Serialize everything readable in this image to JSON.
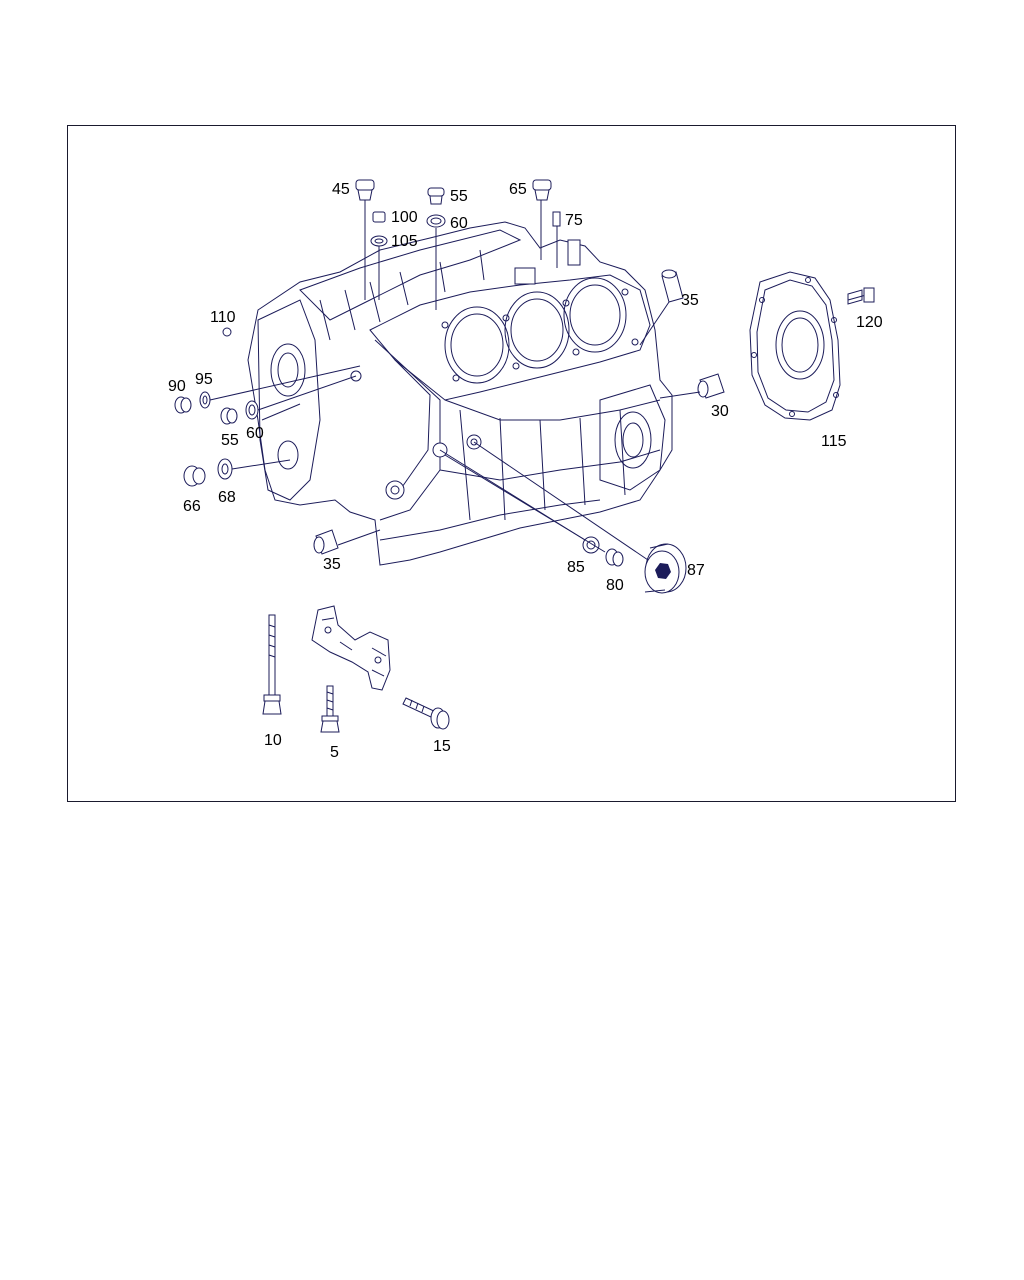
{
  "colors": {
    "line": "#1c1c5a",
    "frame": "#1a1a2e",
    "background": "#ffffff"
  },
  "callouts": {
    "c45": "45",
    "c55_top": "55",
    "c65": "65",
    "c100": "100",
    "c105": "105",
    "c60_top": "60",
    "c75": "75",
    "c35_right": "35",
    "c120": "120",
    "c110": "110",
    "c90": "90",
    "c95": "95",
    "c55_left": "55",
    "c60_left": "60",
    "c30": "30",
    "c115": "115",
    "c66": "66",
    "c68": "68",
    "c35_bottom": "35",
    "c85": "85",
    "c80": "80",
    "c87": "87",
    "c10": "10",
    "c5": "5",
    "c15": "15"
  }
}
